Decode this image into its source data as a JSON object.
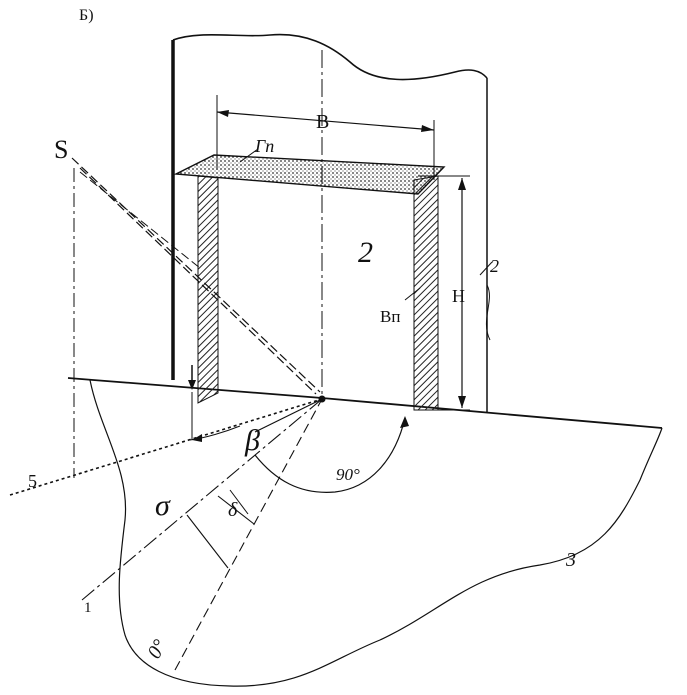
{
  "figure": {
    "panel_label": "Б)",
    "labels": {
      "S": "S",
      "width": "В",
      "top_slab": "Гп",
      "wall_number": "2",
      "side_slab": "Вп",
      "height": "Н",
      "wall_ref": "2",
      "beta": "β",
      "angle_90": "90°",
      "sigma": "σ",
      "delta": "δ",
      "line_5": "5",
      "line_1": "1",
      "ground_3": "3",
      "vertical_0": "0°"
    },
    "colors": {
      "ink": "#111111",
      "paper": "#ffffff",
      "hatch": "#222222"
    }
  }
}
